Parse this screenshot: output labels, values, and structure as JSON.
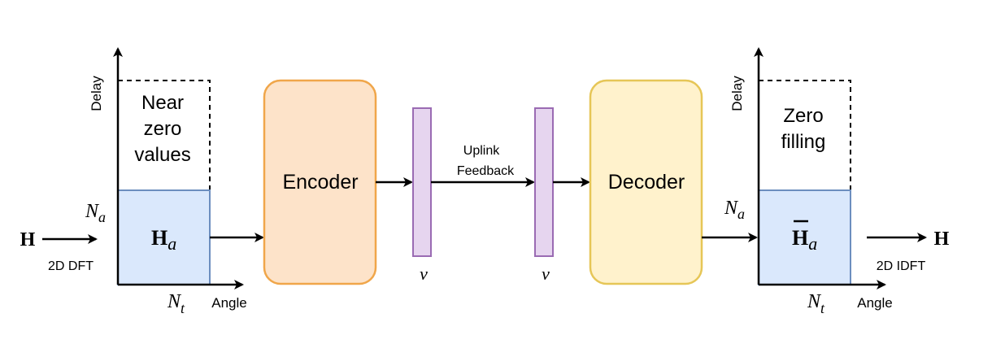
{
  "left_plot": {
    "input_symbol": "H",
    "input_op": "2D DFT",
    "y_axis_label": "Delay",
    "x_axis_label": "Angle",
    "top_region_text": [
      "Near",
      "zero",
      "values"
    ],
    "matrix_base": "H",
    "matrix_sub": "a",
    "na_base": "N",
    "na_sub": "a",
    "nt_base": "N",
    "nt_sub": "t"
  },
  "encoder": {
    "label": "Encoder"
  },
  "codeword_left": {
    "label": "v"
  },
  "channel": {
    "line1": "Uplink",
    "line2": "Feedback"
  },
  "codeword_right": {
    "label": "v"
  },
  "decoder": {
    "label": "Decoder"
  },
  "right_plot": {
    "output_symbol": "H",
    "output_op": "2D IDFT",
    "y_axis_label": "Delay",
    "x_axis_label": "Angle",
    "top_region_text": [
      "Zero",
      "filling"
    ],
    "matrix_base": "H",
    "matrix_sub": "a",
    "na_base": "N",
    "na_sub": "a",
    "nt_base": "N",
    "nt_sub": "t"
  },
  "colors": {
    "encoder_fill": "#fde3c9",
    "encoder_stroke": "#f0a64a",
    "decoder_fill": "#fff2cc",
    "decoder_stroke": "#e6c657",
    "codeword_fill": "#e6d5ef",
    "codeword_stroke": "#9a6bb3",
    "matrix_fill": "#dae8fc",
    "matrix_stroke": "#6c8ebf"
  }
}
